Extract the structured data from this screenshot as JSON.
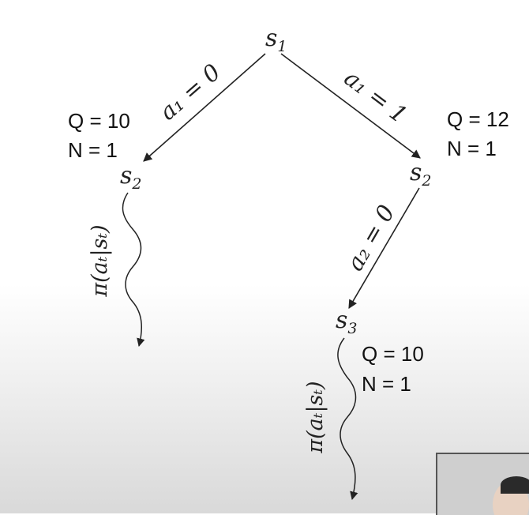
{
  "nodes": {
    "root": {
      "base": "s",
      "sub": "1"
    },
    "left": {
      "base": "s",
      "sub": "2"
    },
    "right": {
      "base": "s",
      "sub": "2"
    },
    "child": {
      "base": "s",
      "sub": "3"
    }
  },
  "edges": {
    "left": "a₁ = 0",
    "right": "a₁ = 1",
    "child": "a₂ = 0"
  },
  "stats": {
    "left": {
      "q": "Q = 10",
      "n": "N = 1"
    },
    "right": {
      "q": "Q = 12",
      "n": "N = 1"
    },
    "child": {
      "q": "Q = 10",
      "n": "N = 1"
    }
  },
  "rollout_label": "π(aₜ|sₜ)"
}
